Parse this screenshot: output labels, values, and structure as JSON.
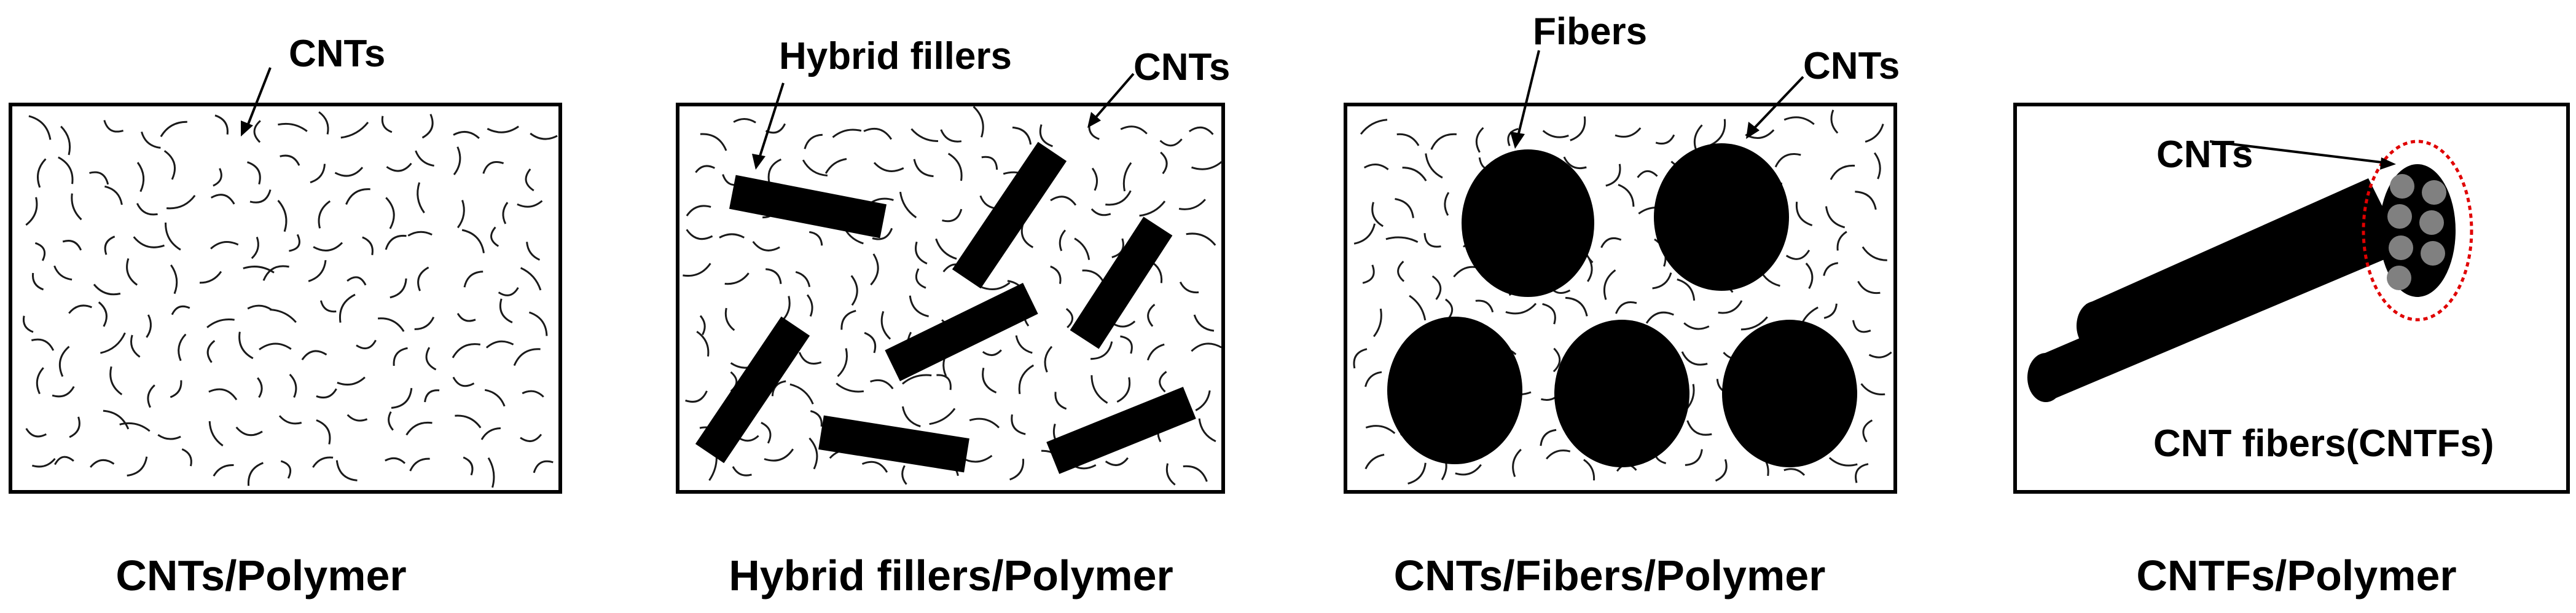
{
  "panels": [
    {
      "caption": "CNTs/Polymer",
      "callouts": [
        "CNTs"
      ]
    },
    {
      "caption": "Hybrid fillers/Polymer",
      "callouts": [
        "Hybrid fillers",
        "CNTs"
      ]
    },
    {
      "caption": "CNTs/Fibers/Polymer",
      "callouts": [
        "Fibers",
        "CNTs"
      ]
    },
    {
      "caption": "CNTFs/Polymer",
      "callouts": [
        "CNTs",
        "CNT fibers(CNTFs)"
      ]
    }
  ],
  "colors": {
    "outline": "#000000",
    "filler": "#000000",
    "cnt_bundle_highlight": "#e00000",
    "cnt_end_caps": "#808080"
  }
}
